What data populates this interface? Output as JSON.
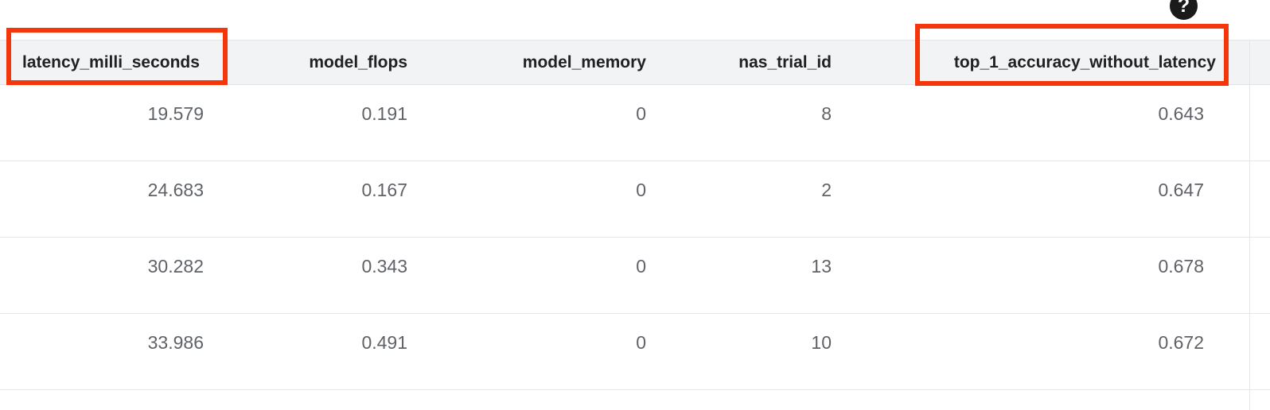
{
  "help": {
    "icon": "help-icon",
    "glyph": "?",
    "label": "Help"
  },
  "annotations": {
    "color": "#f4360a",
    "highlighted_columns": [
      "latency_milli_seconds",
      "top_1_accuracy_without_latency"
    ]
  },
  "table": {
    "columns": [
      {
        "key": "latency_milli_seconds",
        "label": "latency_milli_seconds",
        "align": "left"
      },
      {
        "key": "model_flops",
        "label": "model_flops",
        "align": "right"
      },
      {
        "key": "model_memory",
        "label": "model_memory",
        "align": "right"
      },
      {
        "key": "nas_trial_id",
        "label": "nas_trial_id",
        "align": "right"
      },
      {
        "key": "top_1_accuracy_without_latency",
        "label": "top_1_accuracy_without_latency",
        "align": "right"
      }
    ],
    "rows": [
      {
        "latency_milli_seconds": "19.579",
        "model_flops": "0.191",
        "model_memory": "0",
        "nas_trial_id": "8",
        "top_1_accuracy_without_latency": "0.643"
      },
      {
        "latency_milli_seconds": "24.683",
        "model_flops": "0.167",
        "model_memory": "0",
        "nas_trial_id": "2",
        "top_1_accuracy_without_latency": "0.647"
      },
      {
        "latency_milli_seconds": "30.282",
        "model_flops": "0.343",
        "model_memory": "0",
        "nas_trial_id": "13",
        "top_1_accuracy_without_latency": "0.678"
      },
      {
        "latency_milli_seconds": "33.986",
        "model_flops": "0.491",
        "model_memory": "0",
        "nas_trial_id": "10",
        "top_1_accuracy_without_latency": "0.672"
      }
    ]
  }
}
